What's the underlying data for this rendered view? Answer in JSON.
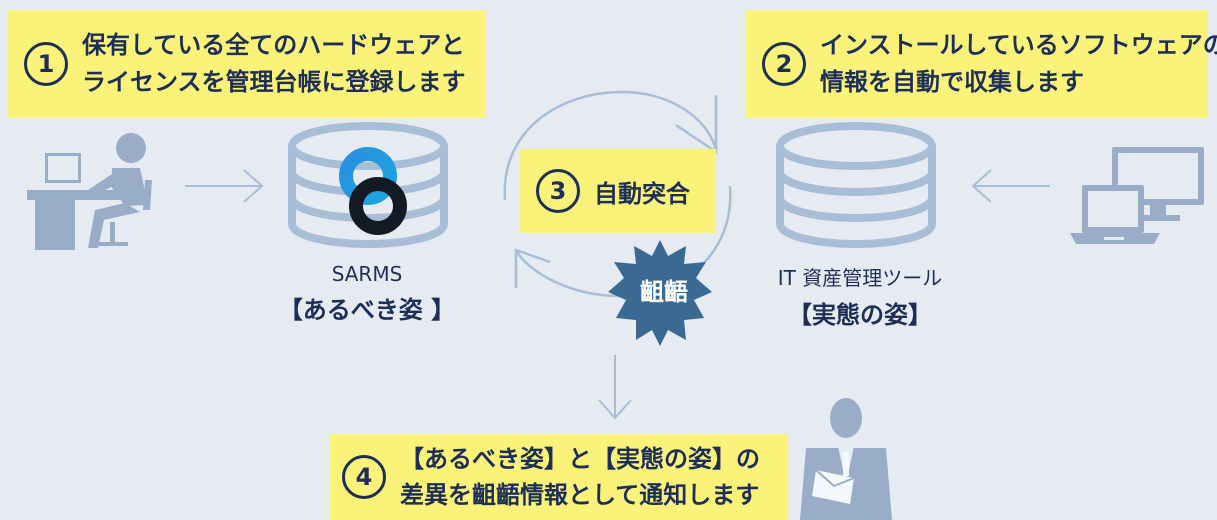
{
  "steps": {
    "step1": {
      "number": "1",
      "line1": "保有している全てのハードウェアと",
      "line2": "ライセンスを管理台帳に登録します"
    },
    "step2": {
      "number": "2",
      "line1": "インストールしているソフトウェアの",
      "line2": "情報を自動で収集します"
    },
    "step3": {
      "number": "3",
      "text": "自動突合"
    },
    "step4": {
      "number": "4",
      "line1": "【あるべき姿】と【実態の姿】の",
      "line2": "差異を齟齬情報として通知します"
    }
  },
  "sarms": {
    "name": "SARMS",
    "label": "【あるべき姿 】"
  },
  "itam": {
    "name": "IT 資産管理ツール",
    "label": "【実態の姿】"
  },
  "burst": {
    "text": "齟齬"
  },
  "colors": {
    "background": "#e6ebf2",
    "highlight": "#fbf27a",
    "text": "#1d2f57",
    "icon": "#9aadc8",
    "arrow": "#a8bed6",
    "burst": "#3a6a94"
  },
  "icons": [
    "person-at-desk-icon",
    "database-icon",
    "sarms-logo",
    "cycle-arrows-icon",
    "burst-badge",
    "monitor-laptop-icon",
    "businessman-icon"
  ]
}
